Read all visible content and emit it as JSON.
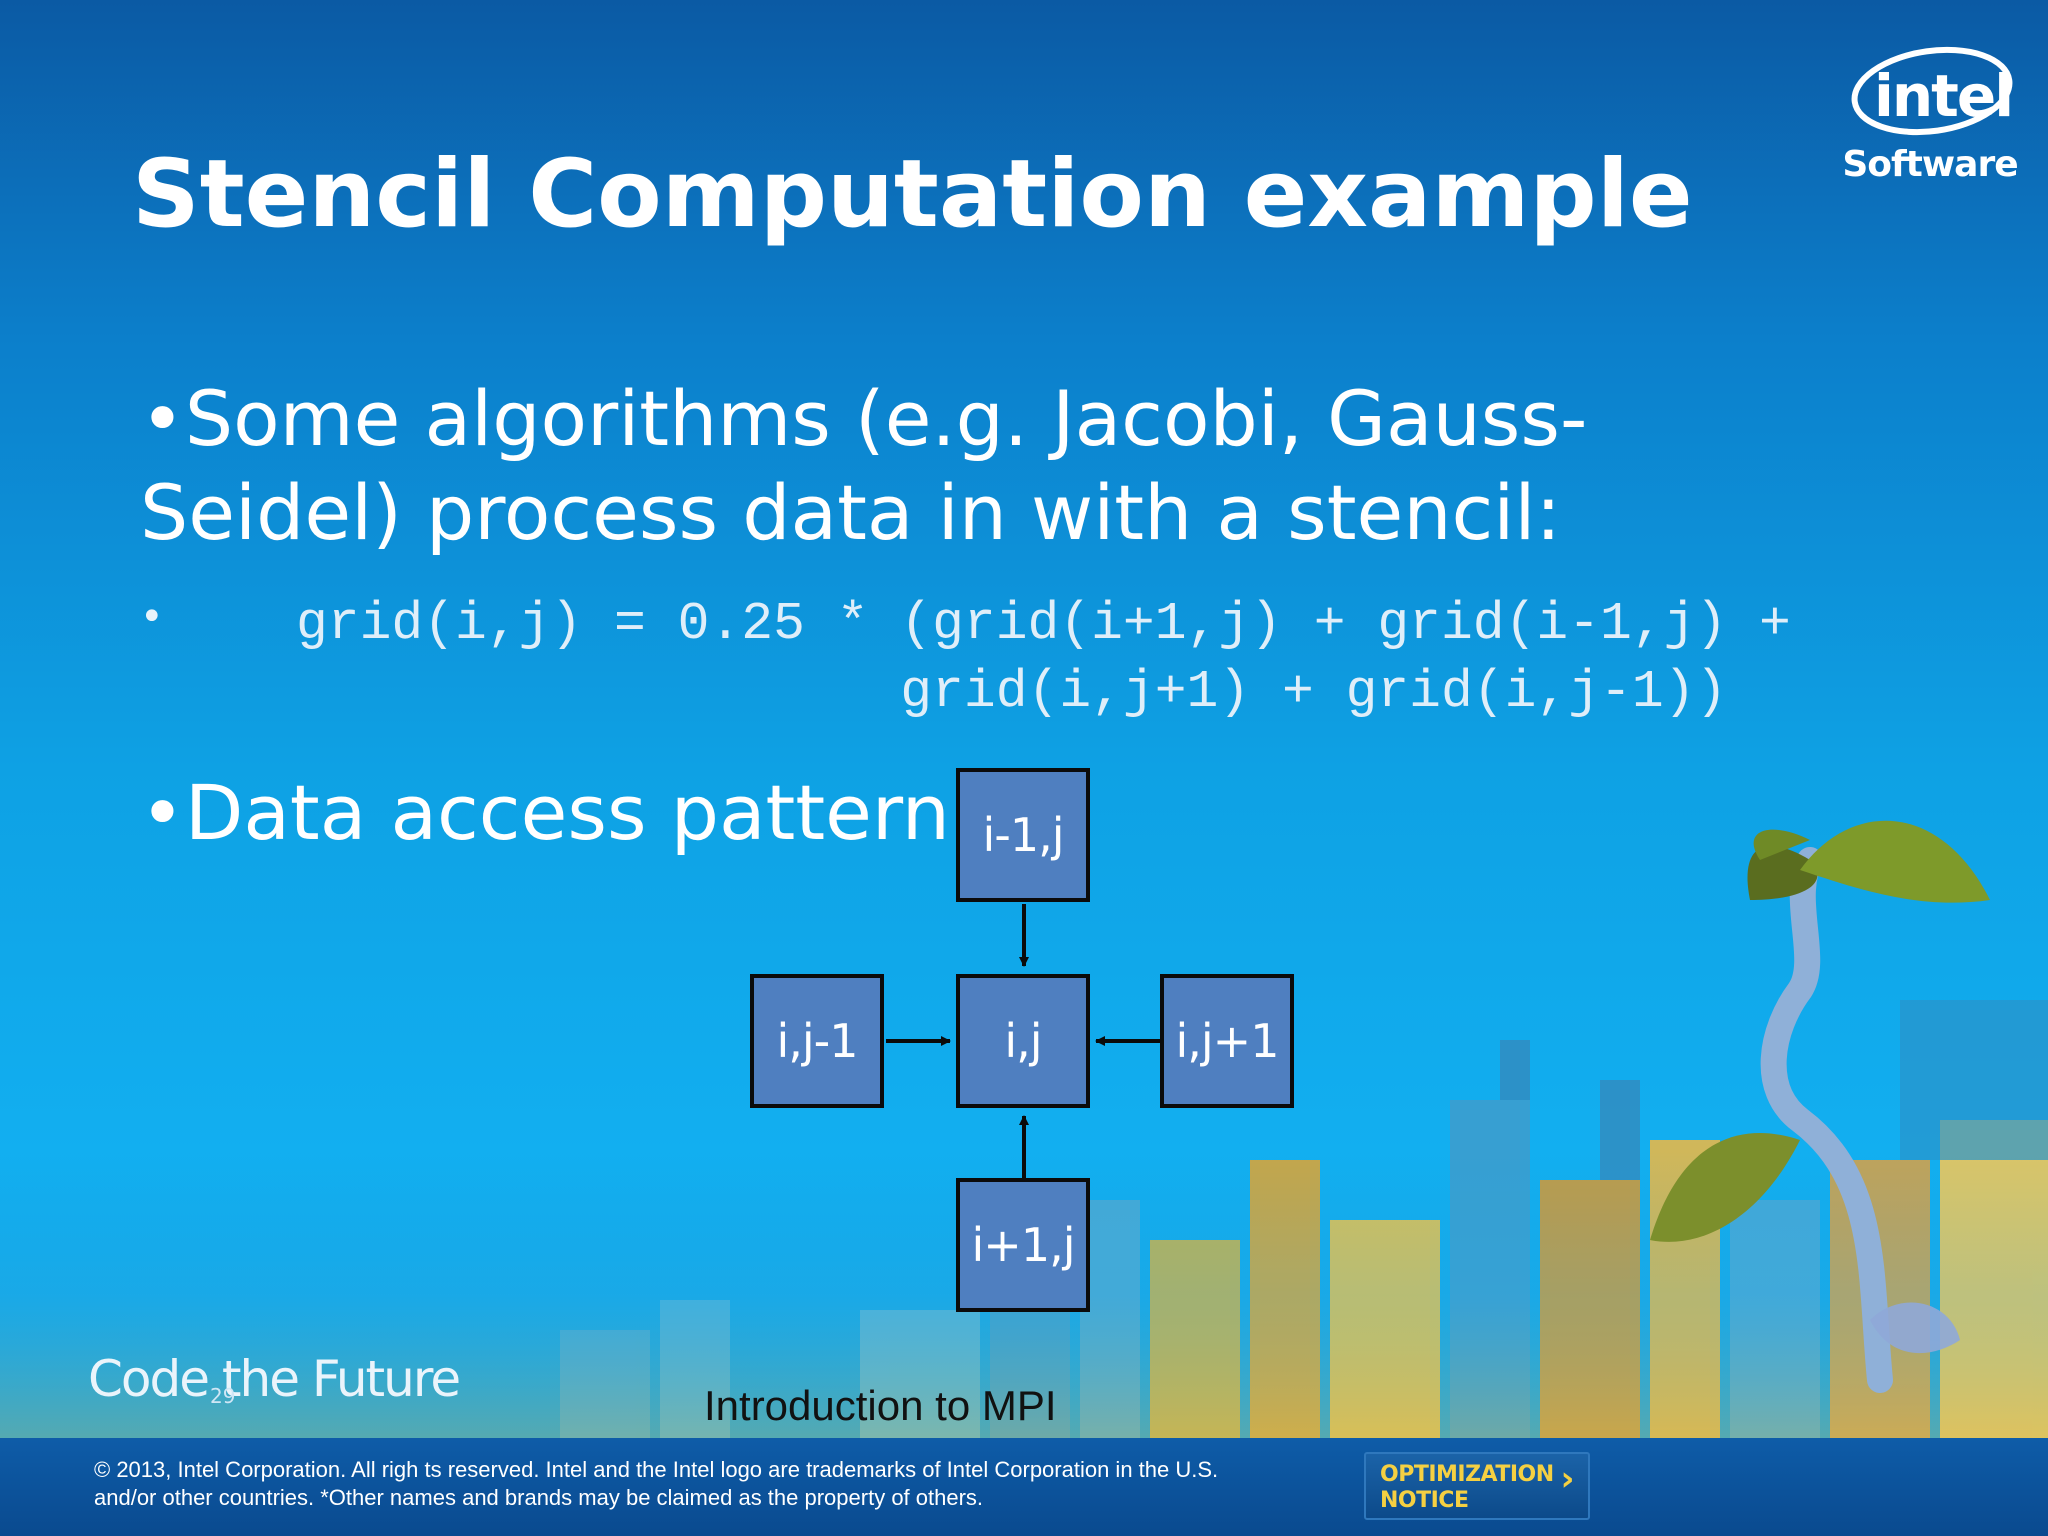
{
  "slide": {
    "title": "Stencil Computation example",
    "bullets": {
      "b1_line1": "•Some algorithms (e.g. Jacobi, Gauss-",
      "b1_line2": "Seidel) process data in with a stencil:",
      "code_bullet": "•",
      "code_line1": "grid(i,j) = 0.25 * (grid(i+1,j) + grid(i-1,j) +",
      "code_line2": "                   grid(i,j+1) + grid(i,j-1))",
      "b2": "•Data access pattern:"
    }
  },
  "diagram": {
    "cells": {
      "top": "i-1,j",
      "left": "i,j-1",
      "center": "i,j",
      "right": "i,j+1",
      "bottom": "i+1,j"
    }
  },
  "branding": {
    "logo_text": "intel",
    "logo_sub": "Software",
    "tagline": "Code the Future"
  },
  "footer": {
    "page_number": "29",
    "center_text": "Introduction to MPI",
    "copyright_line1": "© 2013, Intel Corporation. All righ ts reserved. Intel and the Intel logo are trademarks of Intel Corporation in the U.S.",
    "copyright_line2": "and/or other countries. *Other names and brands may be claimed as the property of others.",
    "notice_line1": "OPTIMIZATION",
    "notice_line2": "NOTICE"
  },
  "colors": {
    "background": "#0ea1e4",
    "cell_fill": "#4f7fc0",
    "notice_text": "#f5d042"
  },
  "icons": [
    "intel-logo",
    "sprout-graphic",
    "chevron-right-icon"
  ]
}
